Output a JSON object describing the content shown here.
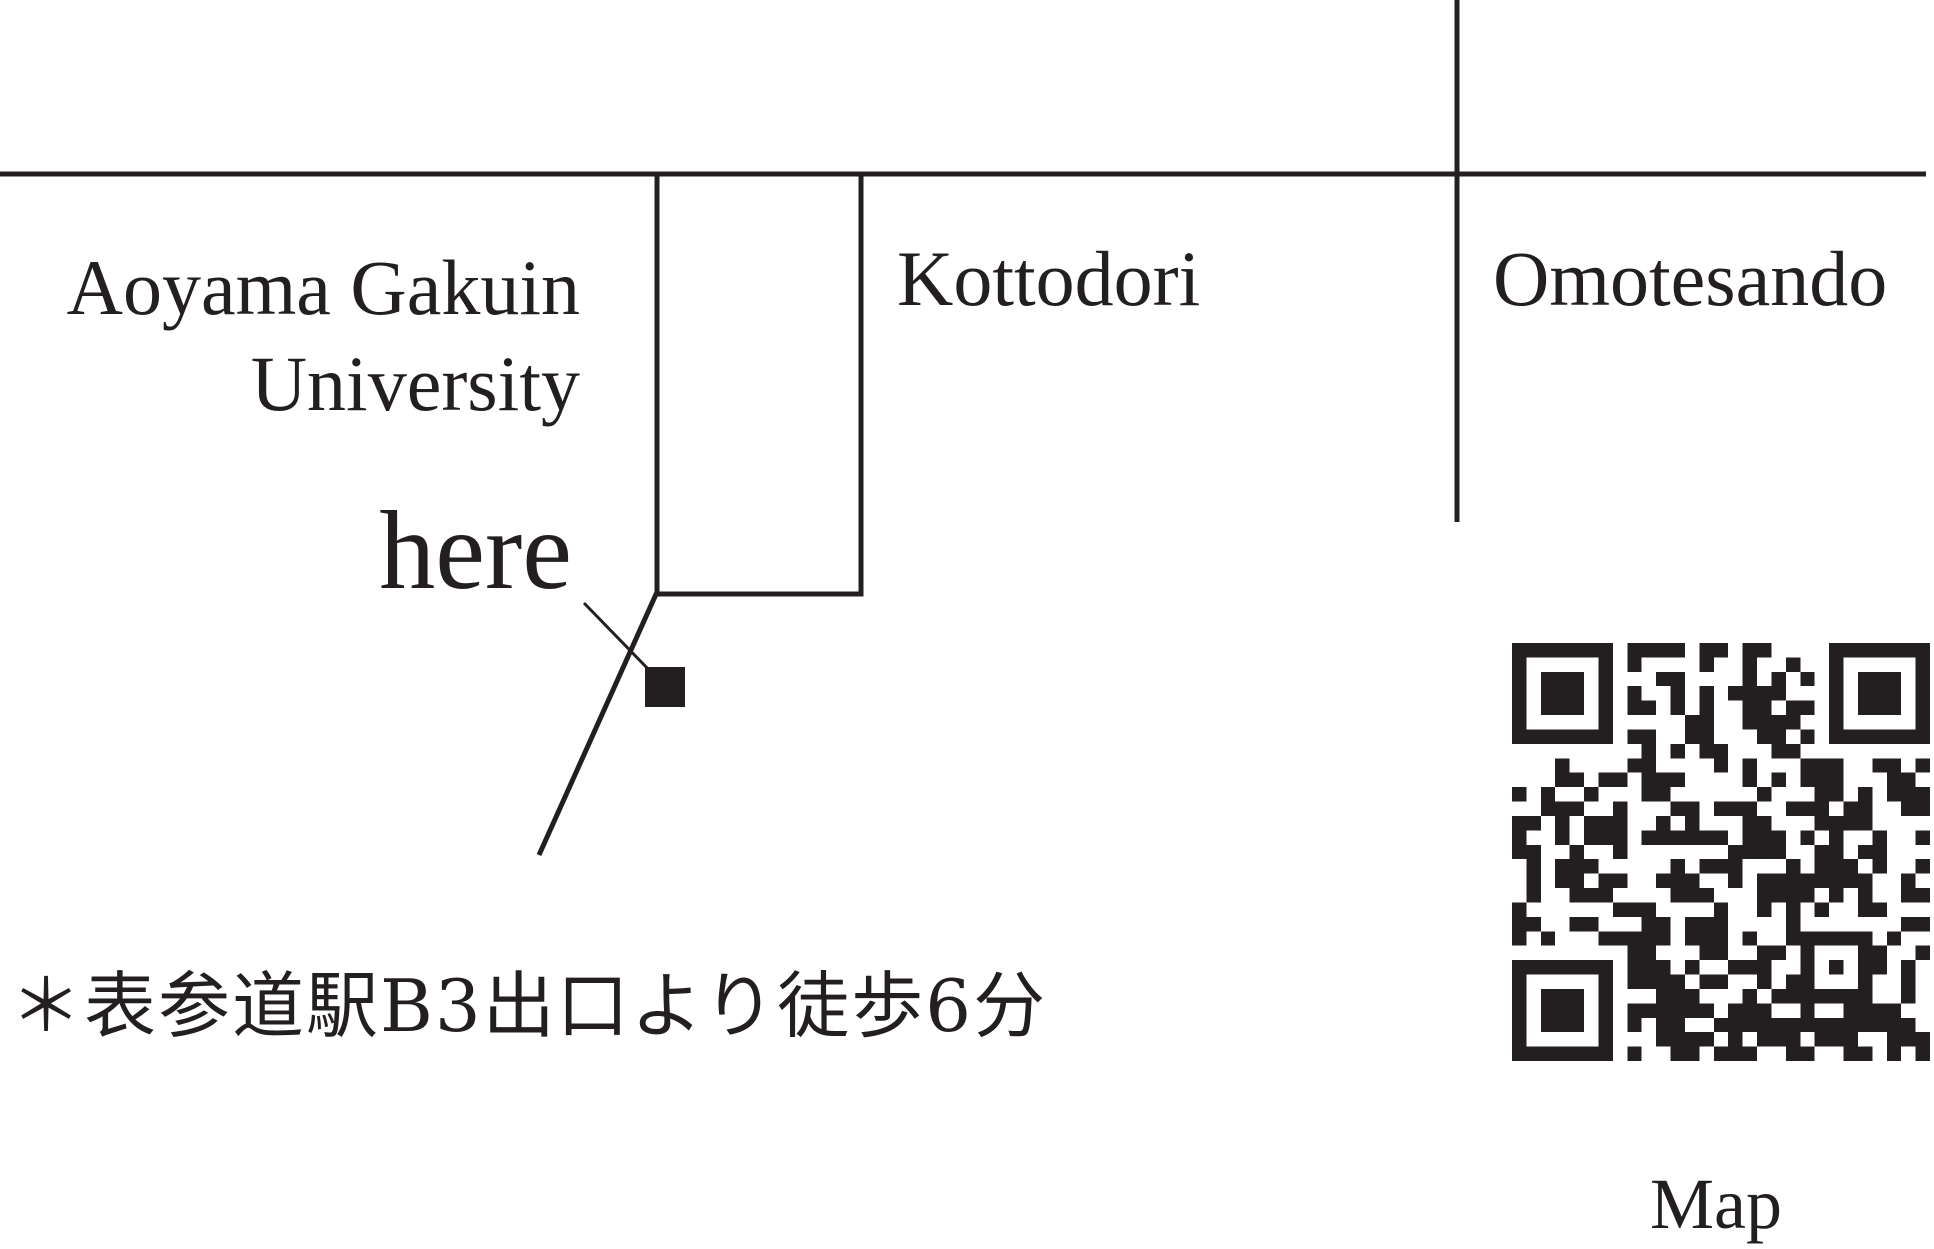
{
  "map": {
    "labels": {
      "campus_line1": "Aoyama Gakuin",
      "campus_line2": "University",
      "street_middle": "Kottodori",
      "street_right": "Omotesando",
      "location_marker": "here"
    },
    "access_note": "＊表参道駅B3出口より徒歩6分",
    "qr_caption": "Map",
    "qr_icon": "qr-code-icon",
    "marker_icon": "location-square-icon",
    "colors": {
      "ink": "#231f20",
      "background": "#ffffff"
    }
  }
}
